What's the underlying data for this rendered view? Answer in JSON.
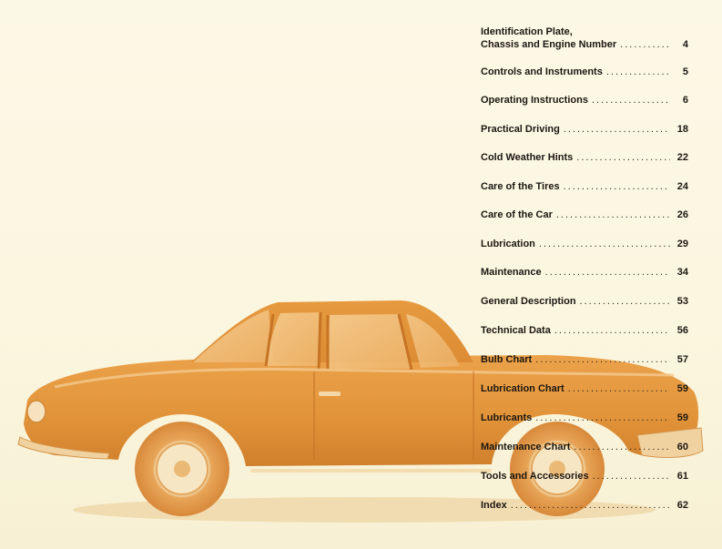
{
  "toc": {
    "entries": [
      {
        "line1": "Identification Plate,",
        "title": "Chassis and Engine Number",
        "page": "4"
      },
      {
        "title": "Controls and Instruments",
        "page": "5"
      },
      {
        "title": "Operating Instructions",
        "page": "6"
      },
      {
        "title": "Practical Driving",
        "page": "18"
      },
      {
        "title": "Cold Weather Hints",
        "page": "22"
      },
      {
        "title": "Care of the Tires",
        "page": "24"
      },
      {
        "title": "Care of the Car",
        "page": "26"
      },
      {
        "title": "Lubrication",
        "page": "29"
      },
      {
        "title": "Maintenance",
        "page": "34"
      },
      {
        "title": "General Description",
        "page": "53"
      },
      {
        "title": "Technical Data",
        "page": "56"
      },
      {
        "title": "Bulb Chart",
        "page": "57"
      },
      {
        "title": "Lubrication Chart",
        "page": "59"
      },
      {
        "title": "Lubricants",
        "page": "59"
      },
      {
        "title": "Maintenance Chart",
        "page": "60"
      },
      {
        "title": "Tools and Accessories",
        "page": "61"
      },
      {
        "title": "Index",
        "page": "62"
      }
    ],
    "leader": "............................................................"
  },
  "colors": {
    "background": "#fbf7e2",
    "car_body": "#e49a3c",
    "car_shadow": "#c9782a",
    "car_highlight": "#f4c98e",
    "text": "#1c1711"
  }
}
